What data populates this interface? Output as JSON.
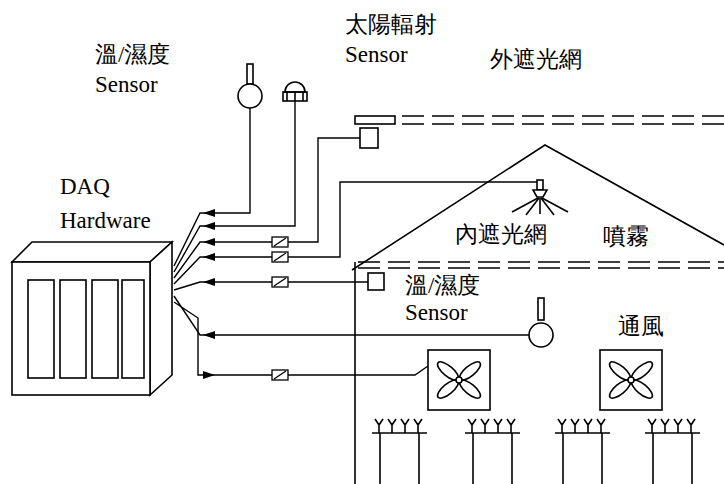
{
  "diagram": {
    "nodes": [
      {
        "text": [
          "DAQ Hardware"
        ]
      }
    ],
    "labels": [
      "溫/濕度 Sensor",
      "太陽輻射 Sensor",
      "外遮光網",
      "內遮光網",
      "噴霧",
      "溫/濕度 Sensor",
      "通風"
    ]
  }
}
